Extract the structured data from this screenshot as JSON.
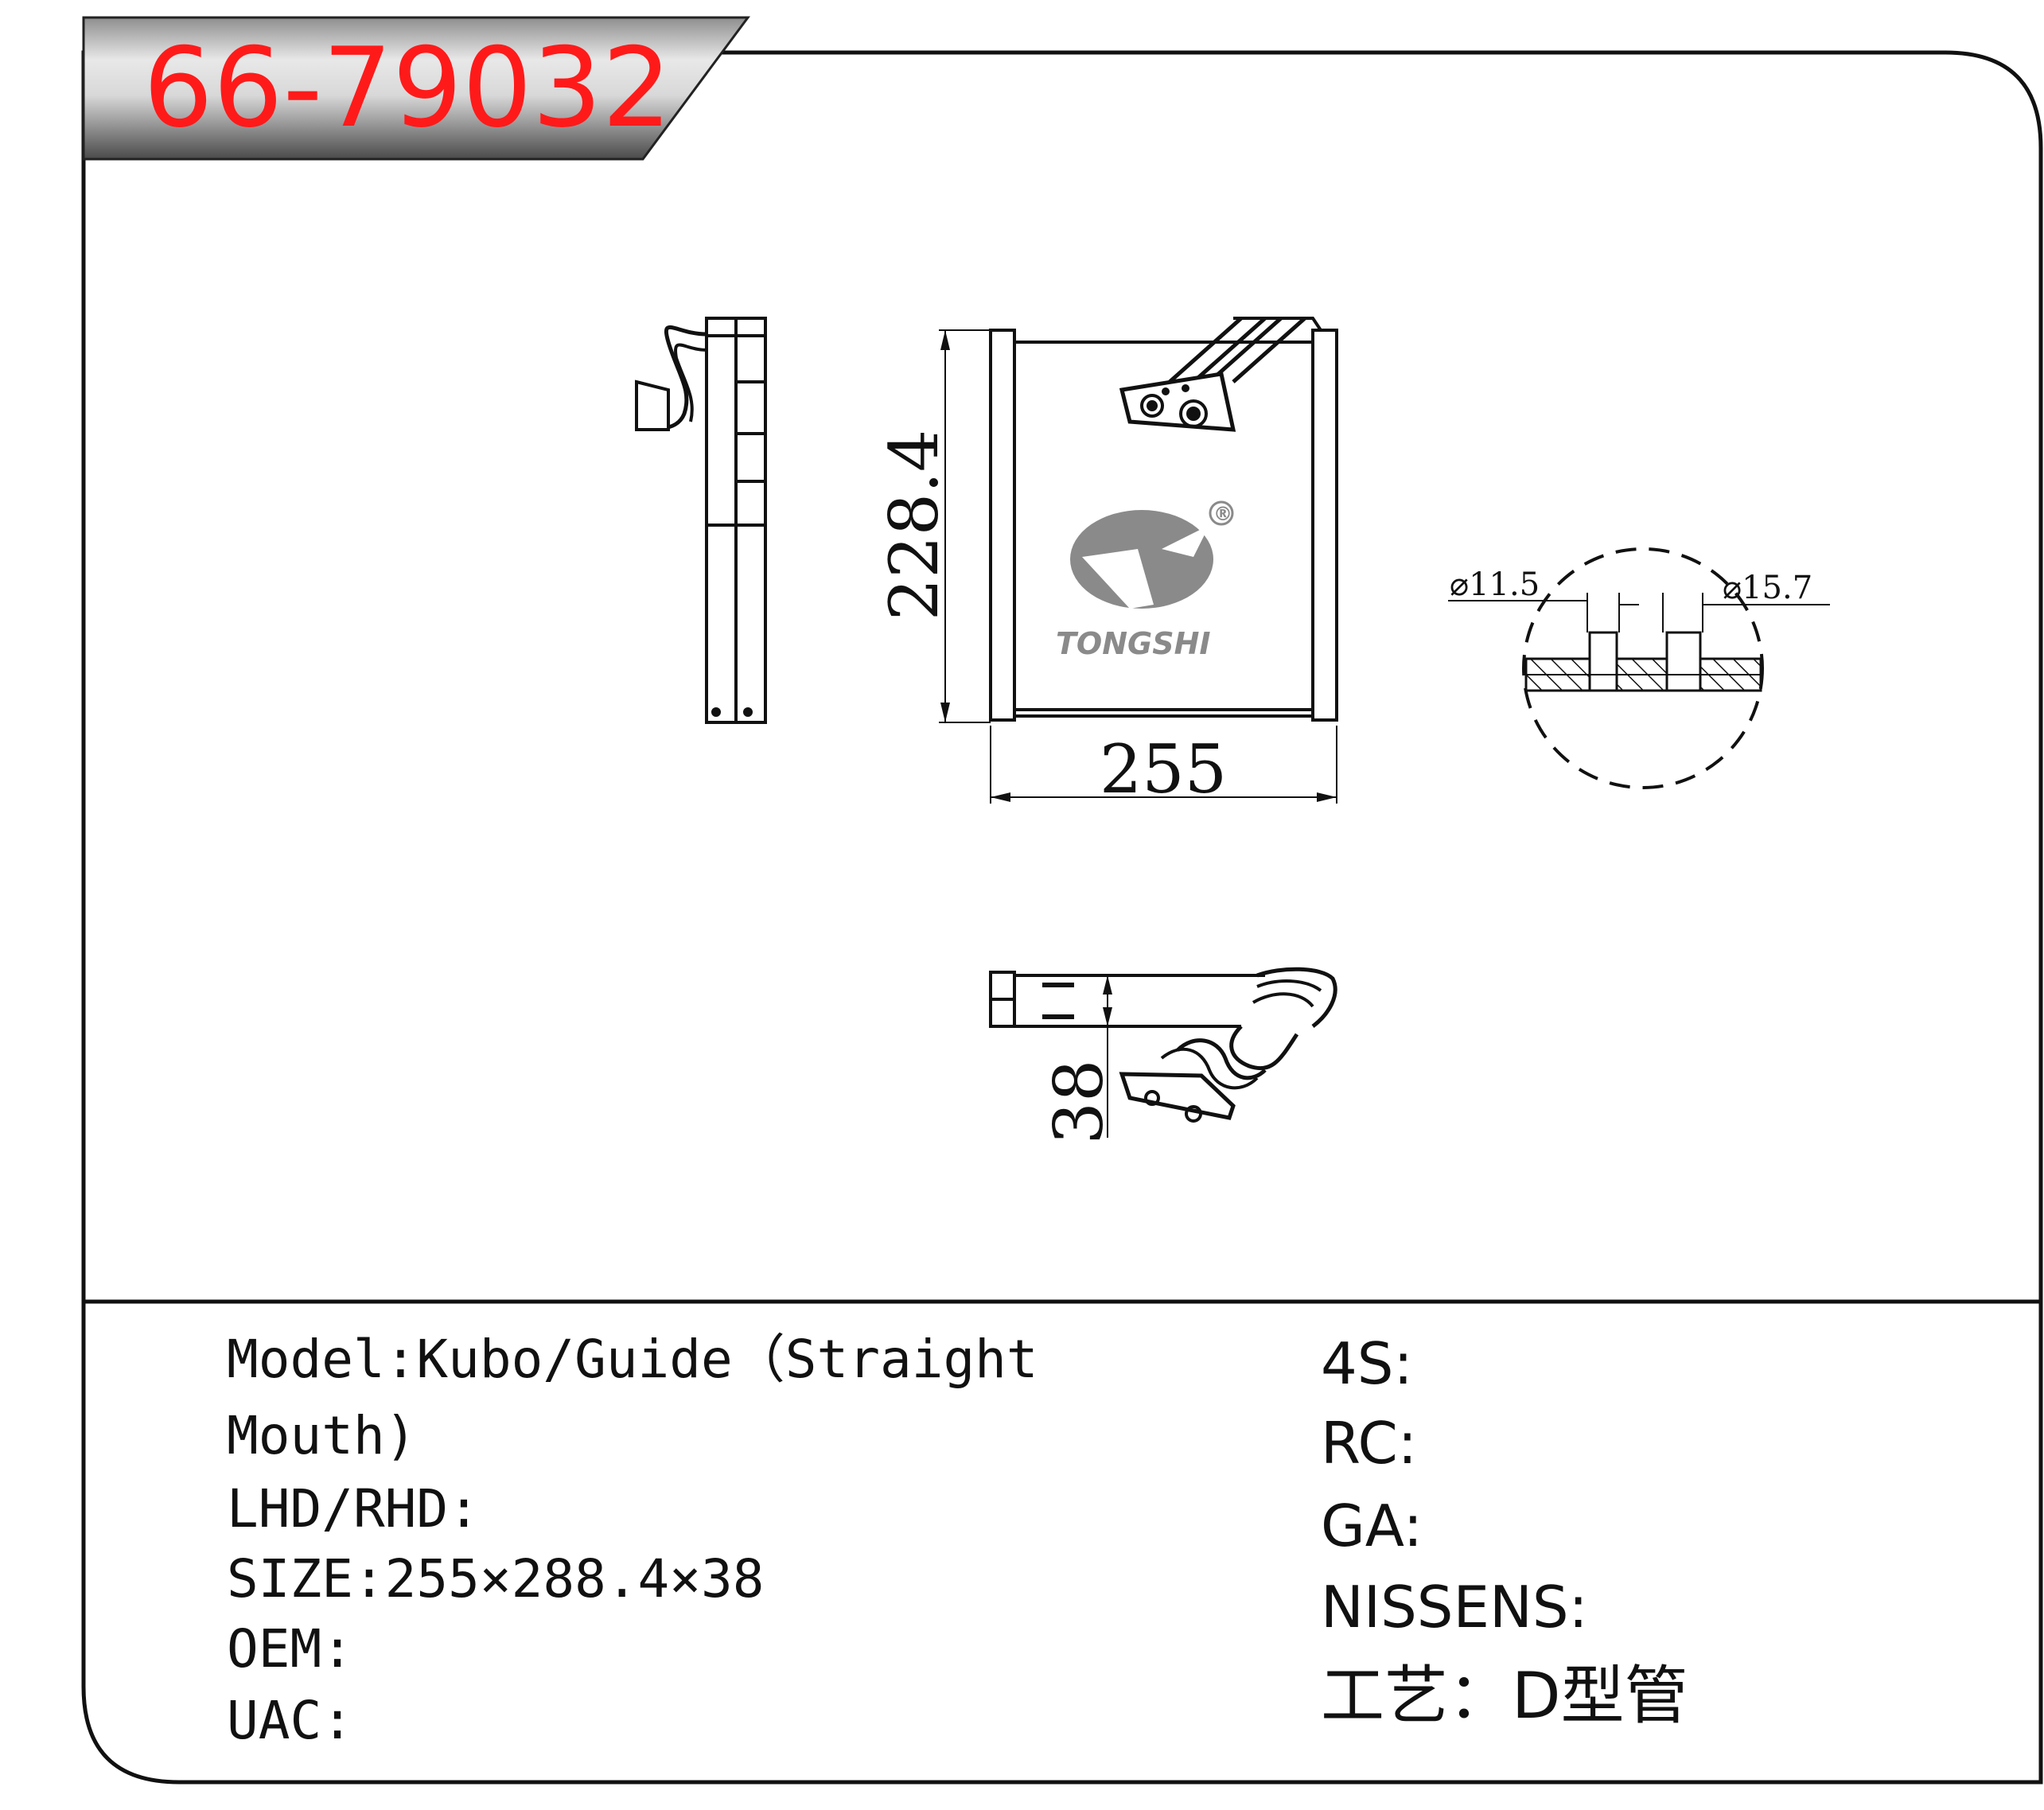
{
  "header": {
    "part_number": "66-79032"
  },
  "drawing": {
    "dimensions": {
      "height": "228.4",
      "width": "255",
      "depth": "38"
    },
    "port_diameters": {
      "small": "⌀11.5",
      "large": "⌀15.7"
    },
    "logo": {
      "brand": "TONGSHI",
      "registered": "®"
    }
  },
  "specs_left": {
    "model_line1": "Model:Kubo/Guide（Straight",
    "model_line2": "Mouth)",
    "lhd_rhd": "LHD/RHD:",
    "size": "SIZE:255×288.4×38",
    "oem": "OEM:",
    "uac": "UAC:"
  },
  "specs_right": {
    "s4": "4S:",
    "rc": "RC:",
    "ga": "GA:",
    "nissens": "NISSENS:",
    "process": "工艺：D型管"
  },
  "colors": {
    "part_number": "#ff1a1a",
    "header_band": "#555555",
    "logo_gray": "#8a8a8a",
    "line": "#111111"
  }
}
